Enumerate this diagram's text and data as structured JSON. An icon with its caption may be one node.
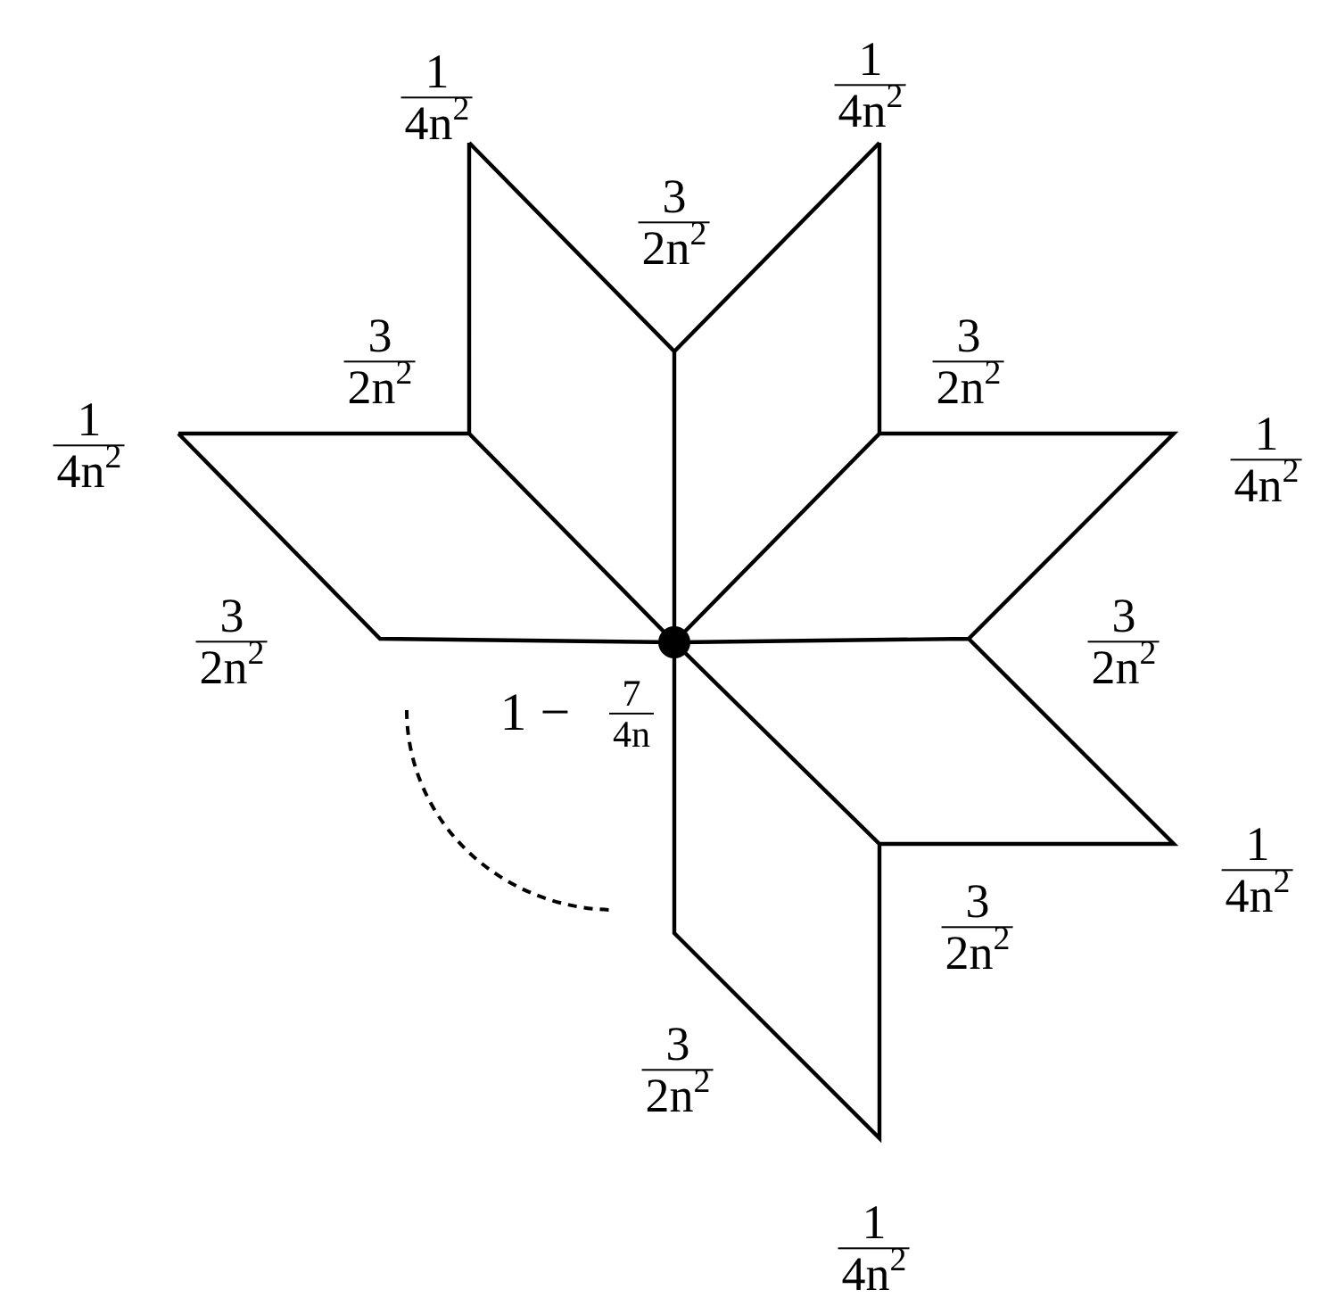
{
  "diagram": {
    "labels": [
      "1",
      "4n$^{2}$",
      "1",
      "4n$^{2}$",
      "3",
      "2n$^{2}$",
      "3",
      "2n$^{2}$",
      "3",
      "2n$^{2}$",
      "1",
      "4n$^{2}$",
      "1",
      "4n$^{2}$",
      "3",
      "2n$^{2}$",
      "3",
      "2n$^{2}$",
      "1 −",
      "7",
      "4n",
      "1",
      "4n$^{2}$",
      "3",
      "2n$^{2}$",
      "3",
      "2n$^{2}$",
      "1",
      "4n$^{2}$"
    ]
  }
}
